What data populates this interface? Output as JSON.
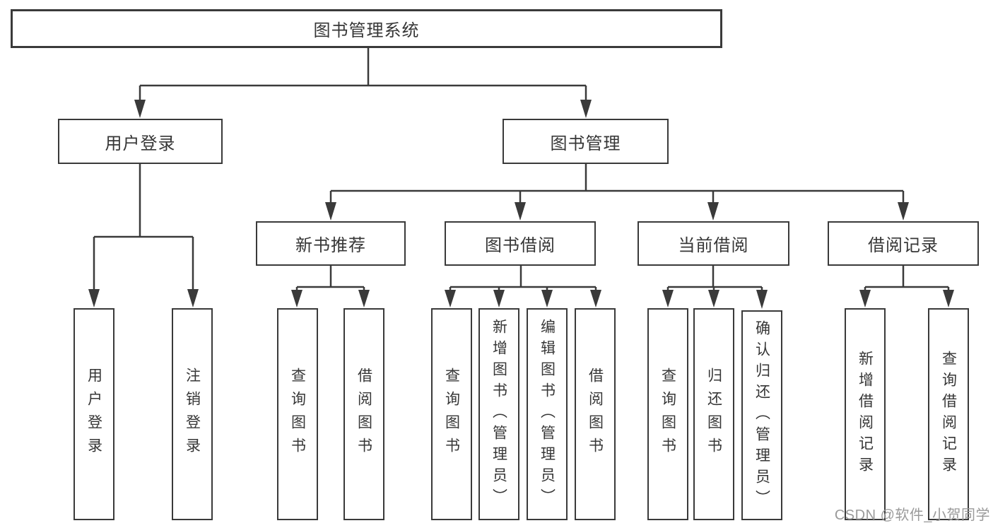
{
  "diagram": {
    "title": "图书管理系统",
    "watermark": "CSDN @软件_小贺同学",
    "colors": {
      "line": "#3a3a3a",
      "box_border": "#3a3a3a",
      "text": "#363636",
      "background": "#ffffff",
      "watermark": "#9a9a9a"
    },
    "nodes": {
      "system": {
        "label": "图书管理系统"
      },
      "user_login": {
        "label": "用户登录"
      },
      "book_management": {
        "label": "图书管理"
      },
      "new_book_recommend": {
        "label": "新书推荐"
      },
      "book_borrow": {
        "label": "图书借阅"
      },
      "current_borrow": {
        "label": "当前借阅"
      },
      "borrow_records": {
        "label": "借阅记录"
      },
      "login": {
        "label": "用户登录"
      },
      "logout": {
        "label": "注销登录"
      },
      "rec_query_book": {
        "label": "查询图书"
      },
      "rec_borrow_book": {
        "label": "借阅图书"
      },
      "bb_query_book": {
        "label": "查询图书"
      },
      "bb_add_book": {
        "label": "新增图书（管理员）"
      },
      "bb_edit_book": {
        "label": "编辑图书（管理员）"
      },
      "bb_borrow_book": {
        "label": "借阅图书"
      },
      "cb_query_book": {
        "label": "查询图书"
      },
      "cb_return_book": {
        "label": "归还图书"
      },
      "cb_confirm_return": {
        "label": "确认归还（管理员）"
      },
      "br_add_record": {
        "label": "新增借阅记录"
      },
      "br_query_record": {
        "label": "查询借阅记录"
      }
    },
    "edges": [
      [
        "system",
        "user_login"
      ],
      [
        "system",
        "book_management"
      ],
      [
        "user_login",
        "login"
      ],
      [
        "user_login",
        "logout"
      ],
      [
        "book_management",
        "new_book_recommend"
      ],
      [
        "book_management",
        "book_borrow"
      ],
      [
        "book_management",
        "current_borrow"
      ],
      [
        "book_management",
        "borrow_records"
      ],
      [
        "new_book_recommend",
        "rec_query_book"
      ],
      [
        "new_book_recommend",
        "rec_borrow_book"
      ],
      [
        "book_borrow",
        "bb_query_book"
      ],
      [
        "book_borrow",
        "bb_add_book"
      ],
      [
        "book_borrow",
        "bb_edit_book"
      ],
      [
        "book_borrow",
        "bb_borrow_book"
      ],
      [
        "current_borrow",
        "cb_query_book"
      ],
      [
        "current_borrow",
        "cb_return_book"
      ],
      [
        "current_borrow",
        "cb_confirm_return"
      ],
      [
        "borrow_records",
        "br_add_record"
      ],
      [
        "borrow_records",
        "br_query_record"
      ]
    ]
  }
}
